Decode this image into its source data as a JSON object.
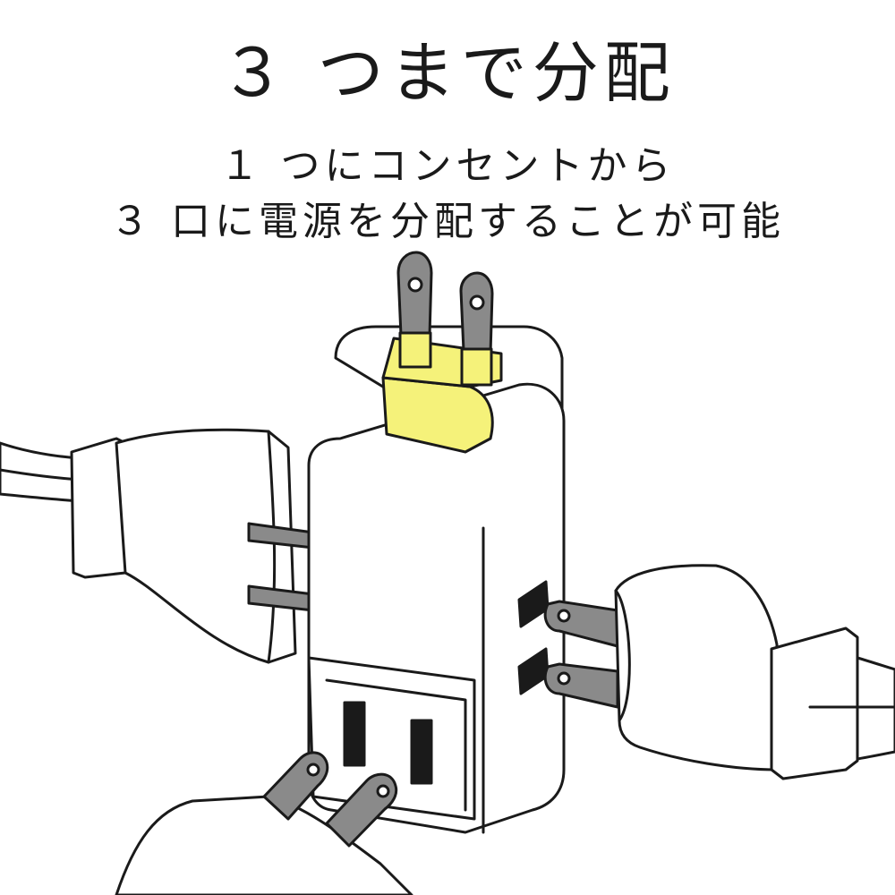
{
  "heading": {
    "title": "３ つまで分配",
    "subtitle_line1": "１ つにコンセントから",
    "subtitle_line2": "３ 口に電源を分配することが可能"
  },
  "colors": {
    "stroke": "#1a1a1a",
    "body_fill": "#ffffff",
    "plug_highlight": "#f5f27a",
    "pin_gray": "#8a8a8a"
  }
}
